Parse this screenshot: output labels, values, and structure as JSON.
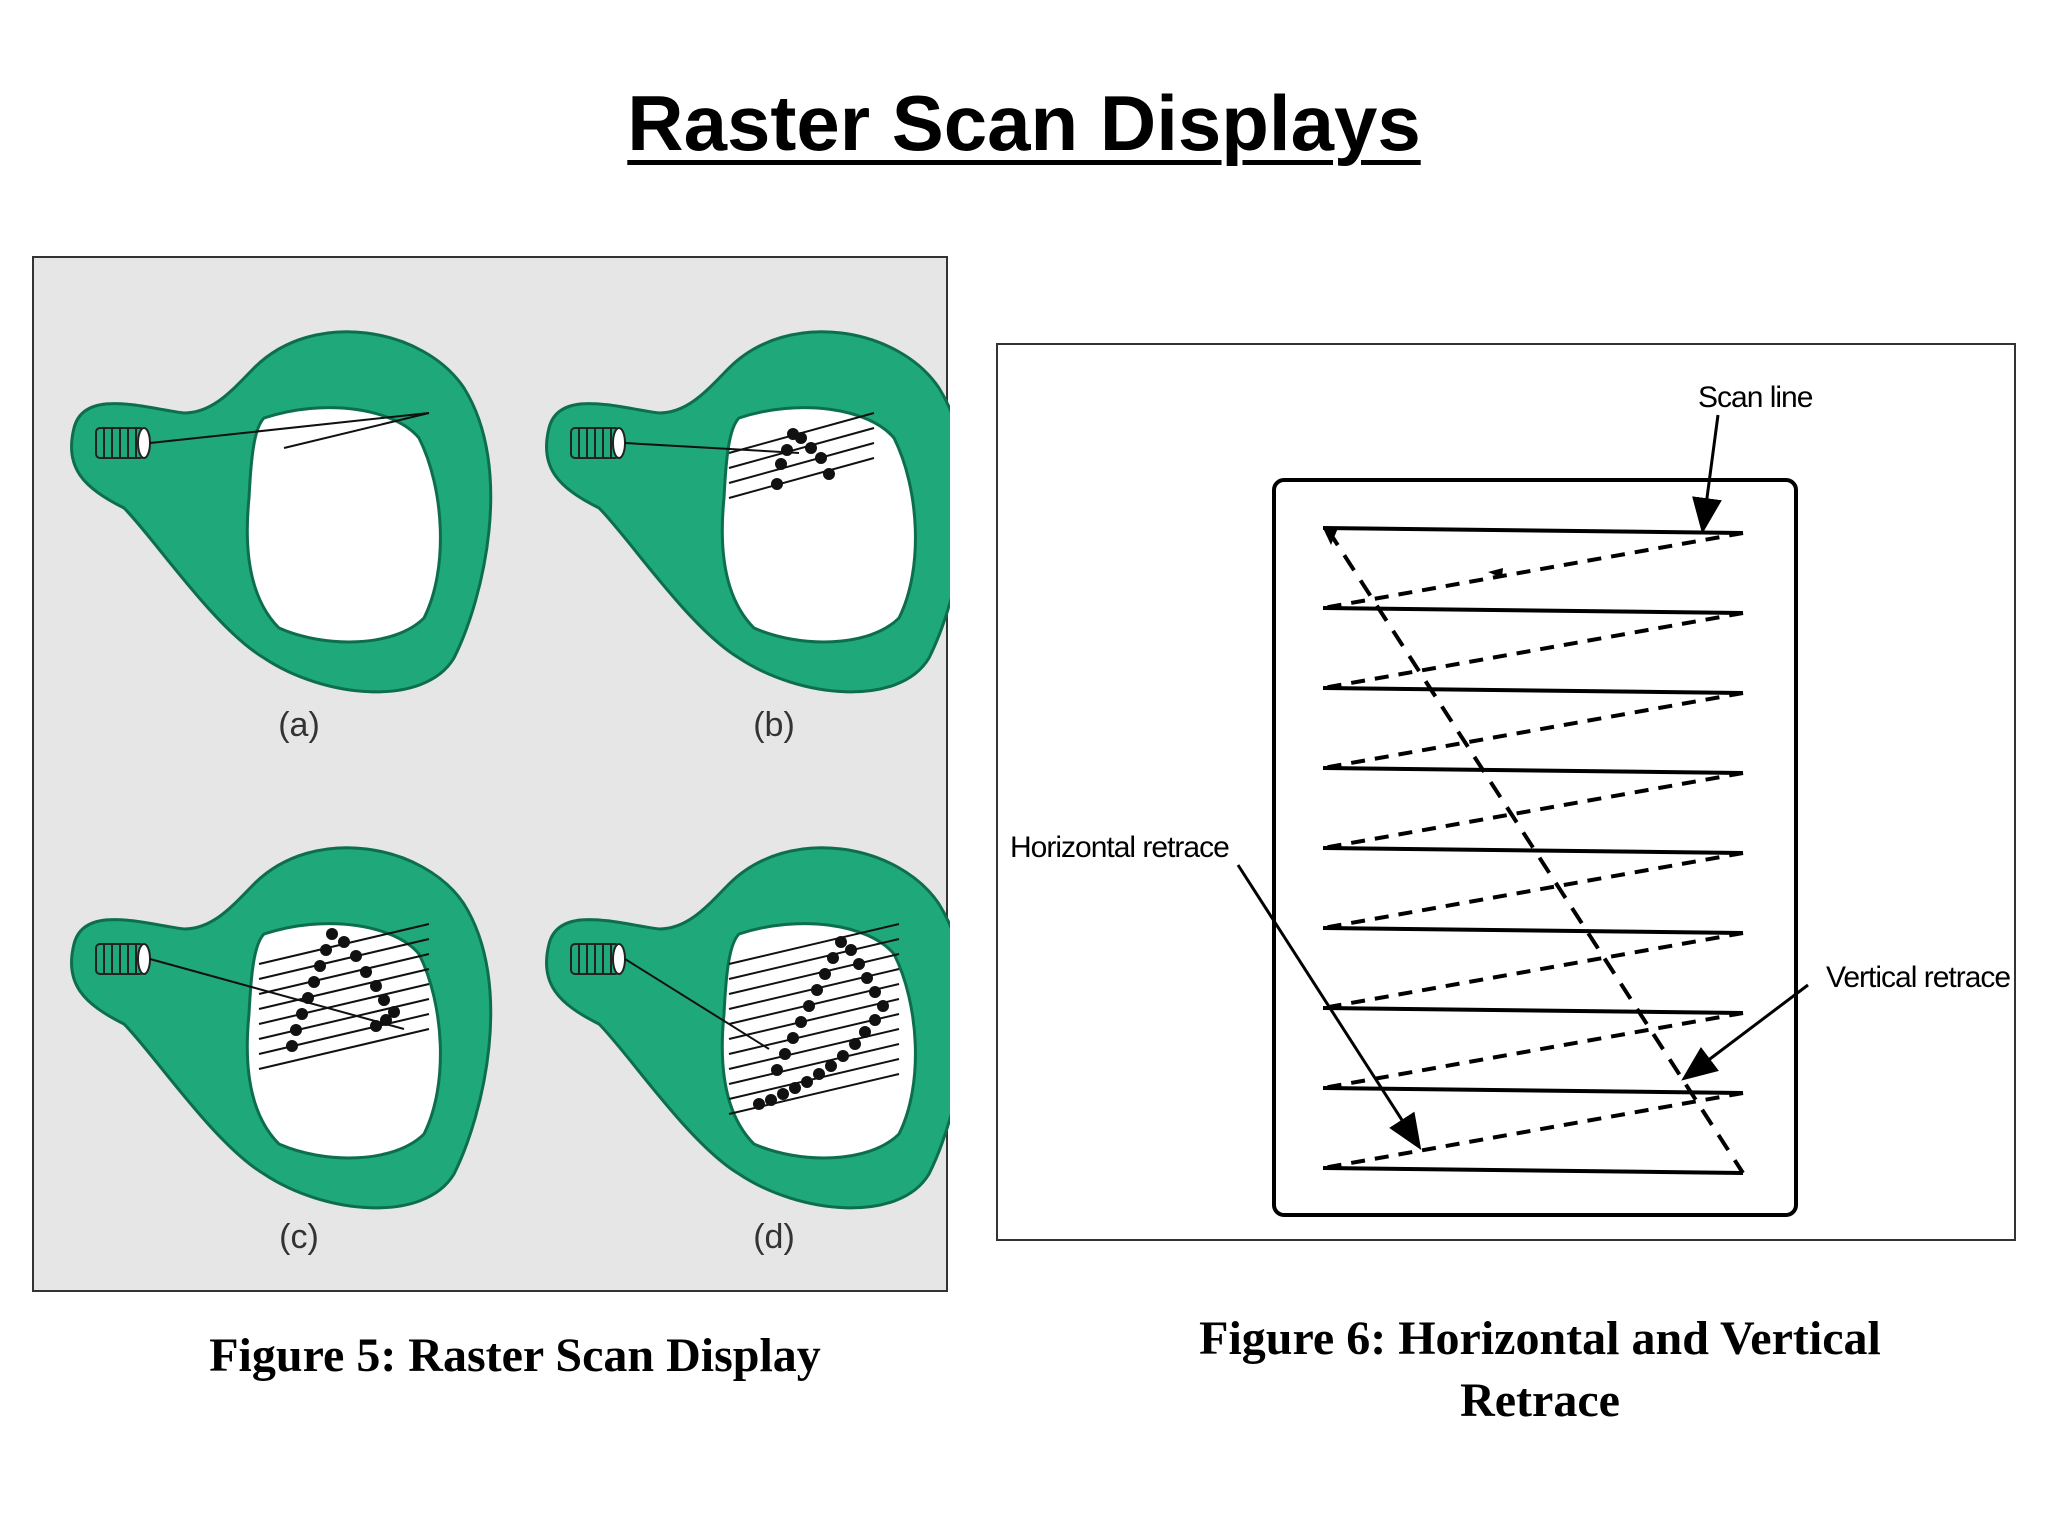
{
  "title": "Raster Scan Displays",
  "figure5": {
    "caption": "Figure 5: Raster Scan Display",
    "sublabels": [
      "(a)",
      "(b)",
      "(c)",
      "(d)"
    ]
  },
  "figure6": {
    "caption_line1": "Figure 6: Horizontal and Vertical",
    "caption_line2": "Retrace",
    "labels": {
      "scan_line": "Scan line",
      "horizontal_retrace": "Horizontal retrace",
      "vertical_retrace": "Vertical retrace"
    }
  },
  "colors": {
    "crt_green": "#1fa879",
    "panel_gray": "#e6e6e6"
  }
}
